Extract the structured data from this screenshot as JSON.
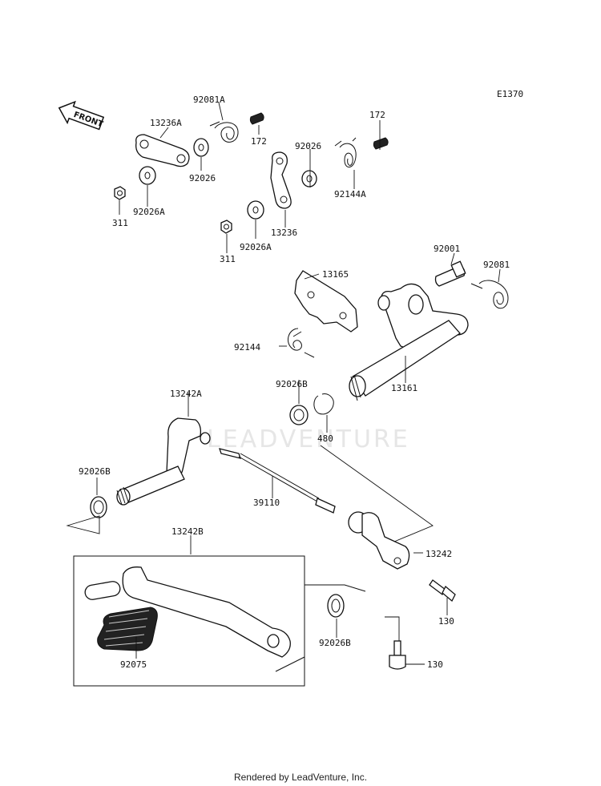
{
  "diagram": {
    "code": "E1370",
    "front_label": "FRONT",
    "watermark": "LEADVENTURE",
    "callouts": {
      "p92081A": "92081A",
      "p172a": "172",
      "p13236A": "13236A",
      "p92026a": "92026",
      "p92026A_1": "92026A",
      "p311a": "311",
      "p92026b": "92026",
      "p172b": "172",
      "p92144A": "92144A",
      "p13236": "13236",
      "p311b": "311",
      "p92026A_2": "92026A",
      "p92001": "92001",
      "p92081": "92081",
      "p13165": "13165",
      "p92144": "92144",
      "p13161": "13161",
      "p92026B_1": "92026B",
      "p480": "480",
      "p13242A": "13242A",
      "p92026B_2": "92026B",
      "p39110": "39110",
      "p13242": "13242",
      "p13242B": "13242B",
      "p130a": "130",
      "p92026B_3": "92026B",
      "p92075": "92075",
      "p130b": "130"
    }
  },
  "footer": "Rendered by LeadVenture, Inc."
}
